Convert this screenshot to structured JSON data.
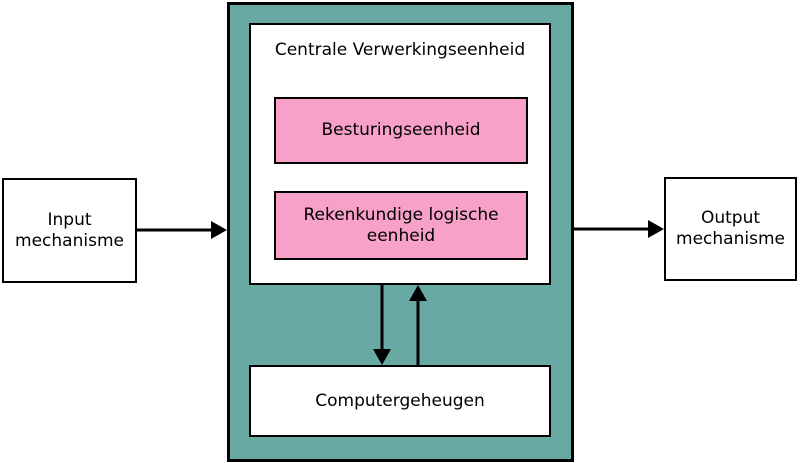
{
  "diagram": {
    "input": {
      "label": "Input\nmechanisme"
    },
    "output": {
      "label": "Output\nmechanisme"
    },
    "cpu": {
      "title": "Centrale Verwerkingseenheid",
      "control_unit": "Besturingseenheid",
      "alu": "Rekenkundige logische\neenheid"
    },
    "memory": {
      "label": "Computergeheugen"
    }
  },
  "colors": {
    "cpu_background": "#68aaa3",
    "unit_fill": "#f7a0c8",
    "box_fill": "#ffffff",
    "line": "#000000"
  }
}
